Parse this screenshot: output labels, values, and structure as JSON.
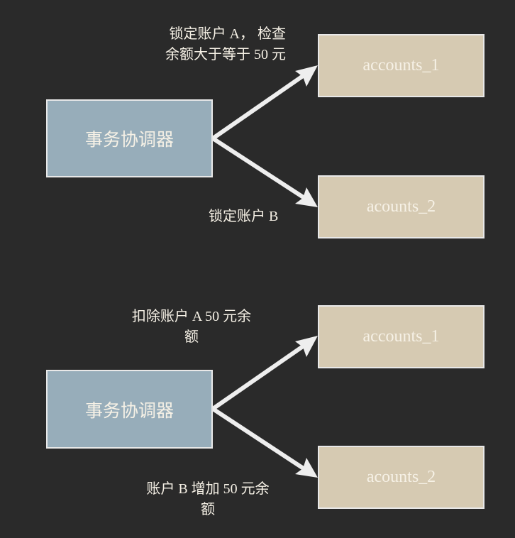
{
  "colors": {
    "background": "#2a2a2a",
    "coordinator": "#97adba",
    "account": "#d6cab2",
    "arrow": "#eeeeee"
  },
  "phase1": {
    "coordinator": "事务协调器",
    "account1": "accounts_1",
    "account2": "acounts_2",
    "label1_line1": "锁定账户 A， 检查",
    "label1_line2": "余额大于等于 50 元",
    "label2": "锁定账户 B"
  },
  "phase2": {
    "coordinator": "事务协调器",
    "account1": "accounts_1",
    "account2": "acounts_2",
    "label1_line1": "扣除账户 A 50 元余",
    "label1_line2": "额",
    "label2_line1": "账户 B 增加 50 元余",
    "label2_line2": "额"
  }
}
